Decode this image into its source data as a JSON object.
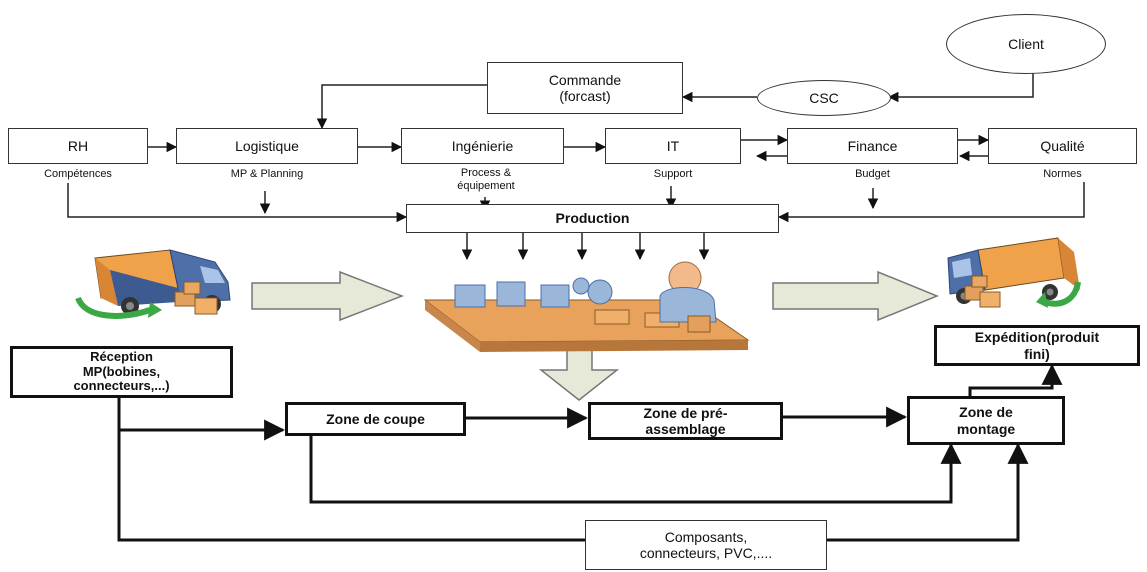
{
  "nodes": {
    "client": "Client",
    "csc": "CSC",
    "commande": "Commande\n(forcast)",
    "rh": "RH",
    "logistique": "Logistique",
    "ingenierie": "Ingénierie",
    "it": "IT",
    "finance": "Finance",
    "qualite": "Qualité",
    "production": "Production",
    "reception": "Réception\nMP(bobines,\nconnecteurs,...)",
    "zone_coupe": "Zone de coupe",
    "zone_preassemblage": "Zone de pré-\nassemblage",
    "zone_montage": "Zone de\nmontage",
    "expedition": "Expédition(produit\nfini)",
    "composants": "Composants,\nconnecteurs, PVC,...."
  },
  "sublabels": {
    "rh": "Compétences",
    "logistique": "MP & Planning",
    "ingenierie": "Process &\néquipement",
    "it": "Support",
    "finance": "Budget",
    "qualite": "Normes"
  },
  "illustrations": {
    "left": "delivery-truck-icon",
    "center": "production-line-icon",
    "right": "shipping-truck-icon"
  },
  "colors": {
    "truck_body": "#4f6fa8",
    "truck_cargo": "#f0a24a",
    "arrow_green": "#3aa845",
    "big_arrow_fill": "#e6e8d8",
    "conveyor": "#e8a25c",
    "worker": "#f2b98b"
  }
}
